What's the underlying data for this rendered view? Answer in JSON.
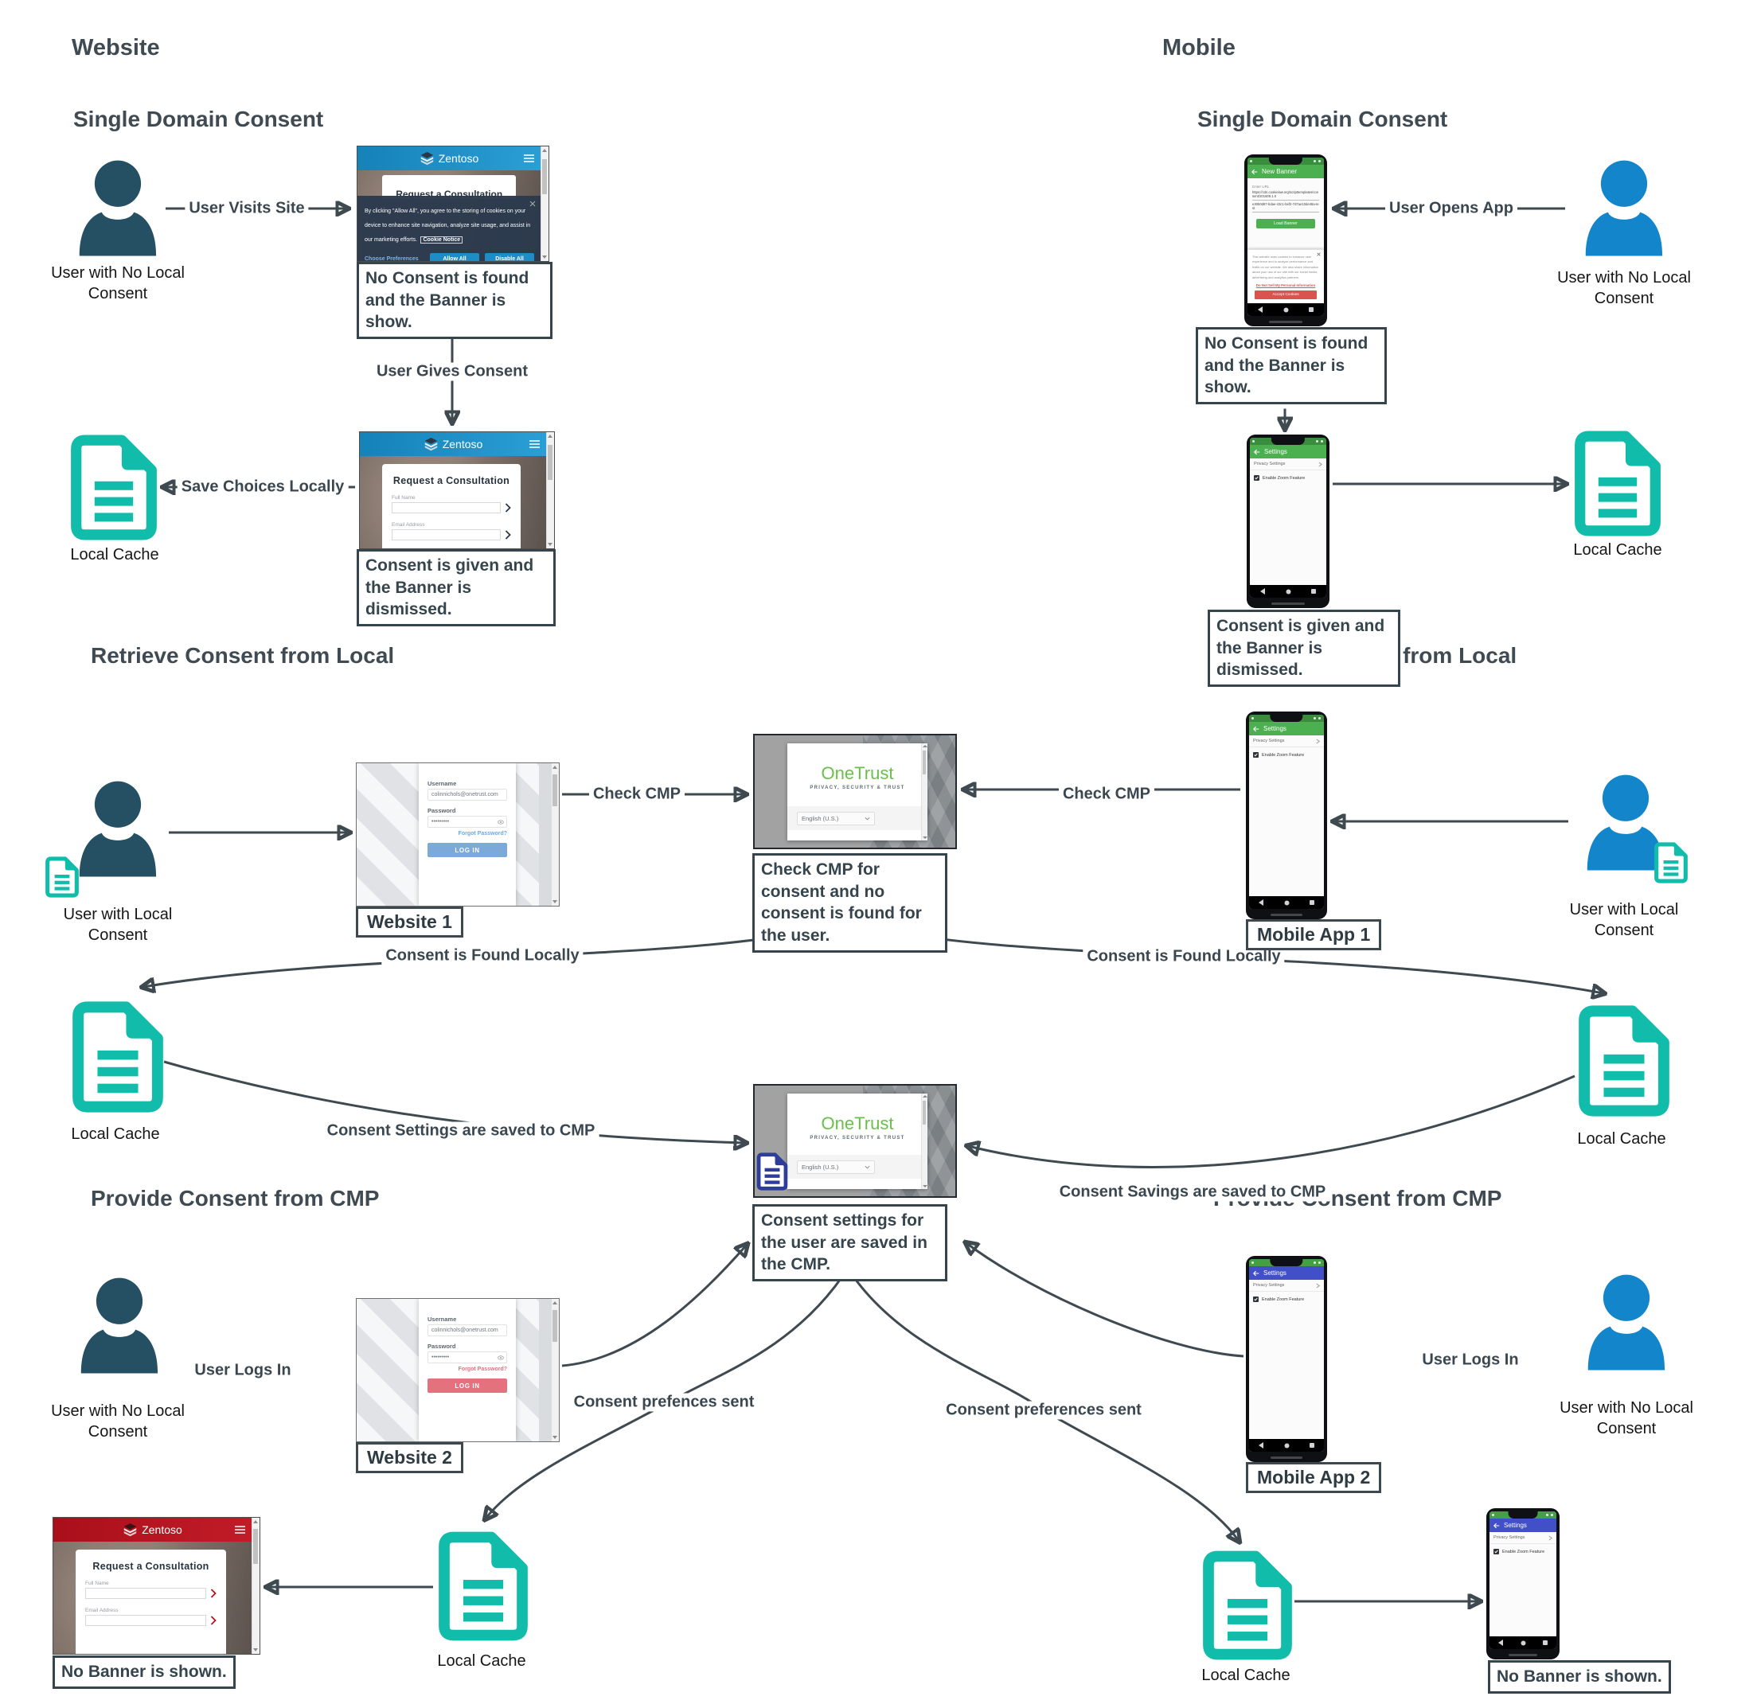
{
  "headings": {
    "website": "Website",
    "mobile": "Mobile",
    "single_domain": "Single Domain Consent",
    "retrieve": "Retrieve Consent from Local",
    "provide": "Provide Consent from CMP"
  },
  "labels": {
    "user_no_local": "User with No Local Consent",
    "user_local": "User with Local Consent",
    "local_cache": "Local Cache",
    "website_1": "Website 1",
    "website_2": "Website 2",
    "mobile_app_1": "Mobile App 1",
    "mobile_app_2": "Mobile App 2"
  },
  "captions": {
    "no_consent": "No Consent is found and the Banner is show.",
    "consent_given": "Consent is given and the Banner is dismissed.",
    "check_cmp": "Check CMP for consent and no consent is found for the user.",
    "saved_in_cmp": "Consent settings for the user are saved in the CMP.",
    "no_banner_web": "No Banner is shown.",
    "no_banner_mobile": "No Banner is shown."
  },
  "arrow_labels": {
    "user_visits_site": "User Visits Site",
    "user_gives_consent": "User Gives Consent",
    "save_choices_locally": "Save Choices Locally",
    "user_opens_app": "User Opens App",
    "check_cmp": "Check CMP",
    "consent_found_left": "Consent is Found Locally",
    "consent_found_right": "Consent is Found  Locally",
    "settings_saved": "Consent Settings are saved to CMP",
    "savings_saved": "Consent Savings are saved to CMP",
    "user_logs_in": "User Logs In",
    "prefs_sent_left": "Consent prefences sent",
    "prefs_sent_right": "Consent preferences sent"
  },
  "zentoso": {
    "brand": "Zentoso",
    "consult_title": "Request a Consultation",
    "full_name_label": "Full Name",
    "email_label": "Email Address",
    "cookie_text": "By clicking \"Allow All\", you agree to the storing of cookies on your device to enhance site navigation, analyze site usage, and assist in our marketing efforts.",
    "cookie_notice_link": "Cookie Notice",
    "choose_preferences": "Choose Preferences",
    "allow_all": "Allow All",
    "disable_all": "Disable All"
  },
  "login": {
    "username_label": "Username",
    "username_value": "colinnichols@onetrust.com",
    "password_label": "Password",
    "password_value": "•••••••••",
    "forgot": "Forgot Password?",
    "login_button": "LOG IN"
  },
  "onetrust": {
    "brand": "OneTrust",
    "tagline": "PRIVACY, SECURITY & TRUST",
    "language": "English (U.S.)"
  },
  "phone": {
    "banner_title": "New Banner",
    "settings_title": "Settings",
    "privacy_settings": "Privacy Settings",
    "enable_zoom": "Enable Zoom Feature",
    "enter_url": "Enter URL",
    "url_value": "https://cdn.cookielaw.org/scripttemplates/consent/201606.1.0",
    "app_id_value": "e30b0d67-bdae-43c1-bef2-7d7ae10de48a-test",
    "load_banner": "Load Banner",
    "banner_text": "This website uses cookies to enhance user experience and to analyze performance and traffic on our website. We also share information about your use of our site with our social media, advertising and analytics partners.",
    "do_not_sell": "Do Not Sell My Personal Information",
    "accept_cookies": "Accept Cookies"
  },
  "colors": {
    "teal": "#12bcab",
    "person_dark": "#254f63",
    "person_blue": "#1385cb",
    "doc_blue": "#2e3d9c",
    "diagram_line": "#3e4a50",
    "caption_border": "#36454d",
    "heading_text": "#3f4a52",
    "zentoso_blue_1": "#1582b8",
    "zentoso_blue_2": "#2a9fd6",
    "zentoso_red_1": "#a90f1a",
    "zentoso_red_2": "#c11c28",
    "cookie_button": "#1e8cc7",
    "onetrust_green": "#6abf4b",
    "login_blue": "#7aa9da",
    "login_red": "#e4717d",
    "android_green": "#4caf50",
    "android_green_dark": "#388e3c",
    "android_blue": "#4150c8",
    "android_red": "#d9534f"
  }
}
